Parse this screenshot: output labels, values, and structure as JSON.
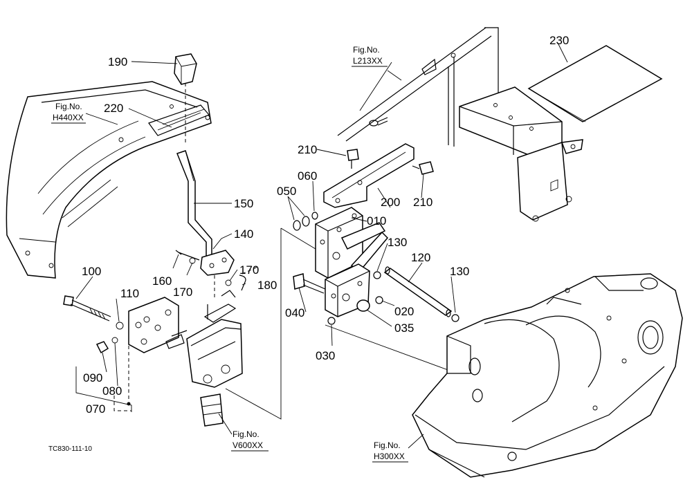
{
  "parts": [
    "190",
    "220",
    "150",
    "140",
    "160",
    "170",
    "170",
    "180",
    "100",
    "110",
    "090",
    "080",
    "070",
    "210",
    "060",
    "050",
    "200",
    "210",
    "010",
    "130",
    "120",
    "130",
    "040",
    "020",
    "035",
    "030",
    "230"
  ],
  "figrefs": [
    {
      "title": "Fig.No.",
      "code": "H440XX"
    },
    {
      "title": "Fig.No.",
      "code": "L213XX"
    },
    {
      "title": "Fig.No.",
      "code": "V600XX"
    },
    {
      "title": "Fig.No.",
      "code": "H300XX"
    }
  ],
  "drawing_id": "TC830-111-10"
}
